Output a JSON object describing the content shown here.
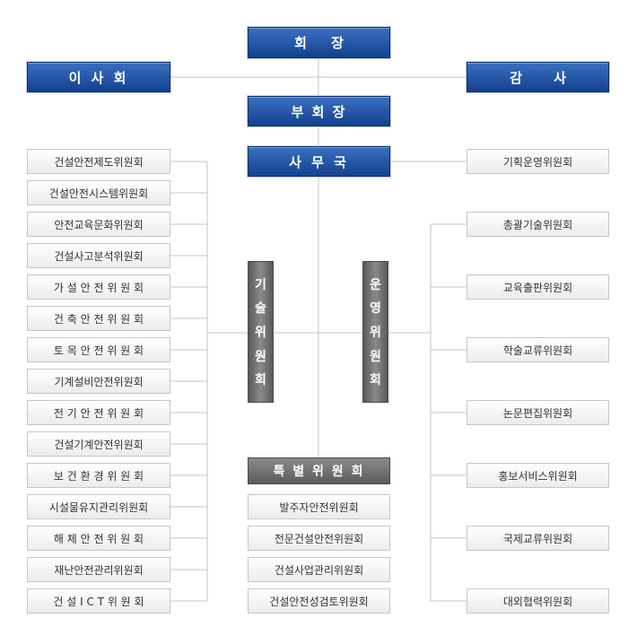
{
  "top": {
    "chairman": "회 장",
    "board": "이 사 회",
    "auditor": "감 사",
    "vice_chairman": "부 회 장",
    "secretariat": "사 무 국"
  },
  "groups": {
    "technical": "기술위원회",
    "operations": "운영위원회",
    "special": "특 별 위 원 회"
  },
  "left_committees": [
    "건설안전제도위원회",
    "건설안전시스템위원회",
    "안전교육문화위원회",
    "건설사고분석위원회",
    "가 설 안 전 위 원 회",
    "건 축 안 전 위 원 회",
    "토 목 안 전 위 원 회",
    "기계설비안전위원회",
    "전 기 안 전 위 원 회",
    "건설기계안전위원회",
    "보 건 환 경 위 원 회",
    "시설물유지관리위원회",
    "해 체 안 전 위 원 회",
    "재난안전관리위원회",
    "건 설 I C T 위 원 회"
  ],
  "planning_committee": "기획운영위원회",
  "right_committees": [
    "총괄기술위원회",
    "교육출판위원회",
    "학술교류위원회",
    "논문편집위원회",
    "홍보서비스위원회",
    "국제교류위원회",
    "대외협력위원회"
  ],
  "special_committees": [
    "발주자안전위원회",
    "전문건설안전위원회",
    "건설사업관리위원회",
    "건설안전성검토위원회"
  ]
}
